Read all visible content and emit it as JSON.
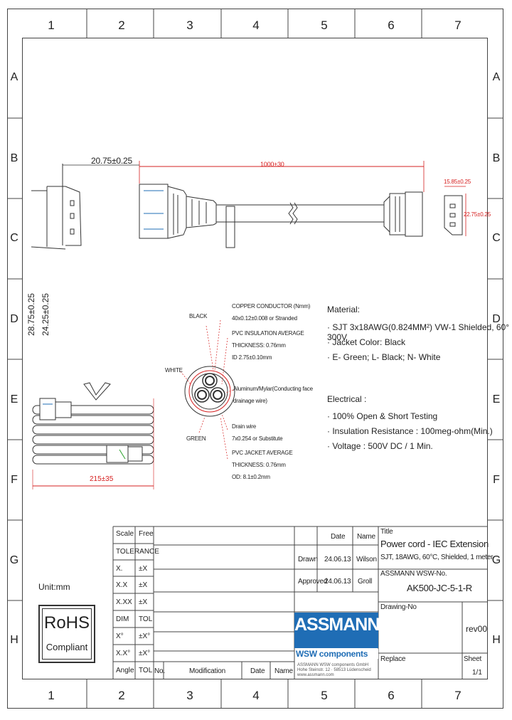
{
  "grid": {
    "columns": [
      "1",
      "2",
      "3",
      "4",
      "5",
      "6",
      "7"
    ],
    "rows": [
      "A",
      "B",
      "C",
      "D",
      "E",
      "F",
      "G",
      "H"
    ]
  },
  "dims": {
    "plug_width": "20.75±0.25",
    "length": "1000±30",
    "plug_h1": "28.75±0.25",
    "plug_h2": "24.25±0.25",
    "socket_w": "15.85±0.25",
    "socket_h": "22.75±0.25",
    "coil": "215±35"
  },
  "cross_section": {
    "black": "BLACK",
    "white": "WHITE",
    "green": "GREEN",
    "copper1": "COPPER CONDUCTOR (Nmm)",
    "copper2": "40x0.12±0.008 or Stranded",
    "pvc_ins1": "PVC INSULATION AVERAGE",
    "pvc_ins2": "THICKNESS: 0.76mm",
    "pvc_ins3": "ID 2.75±0.10mm",
    "foil1": "Aluminum/Mylar(Conducting face",
    "foil2": "drainage wire)",
    "drain1": "Drain wire",
    "drain2": "7x0.254 or Substitute",
    "jacket1": "PVC JACKET AVERAGE",
    "jacket2": "THICKNESS: 0.76mm",
    "jacket3": "OD: 8.1±0.2mm"
  },
  "material": {
    "heading": "Material:",
    "l1": "· SJT 3x18AWG(0.824MM²) VW-1 Shielded, 60° 300V",
    "l2": "· Jacket Color: Black",
    "l3": "· E- Green; L- Black; N- White"
  },
  "electrical": {
    "heading": "Electrical :",
    "l1": "· 100% Open & Short Testing",
    "l2": "· Insulation Resistance : 100meg-ohm(Min.)",
    "l3": "· Voltage : 500V DC / 1 Min."
  },
  "unit": "Unit:mm",
  "rohs": {
    "title": "RoHS",
    "sub": "Compliant"
  },
  "tolerance": {
    "scale_label": "Scale",
    "scale_value": "Free",
    "heading": "TOLERANCE",
    "rows": [
      {
        "k": "X.",
        "v": "±X"
      },
      {
        "k": "X.X",
        "v": "±X"
      },
      {
        "k": "X.XX",
        "v": "±X"
      },
      {
        "k": "DIM",
        "v": "TOL"
      },
      {
        "k": "X°",
        "v": "±X°"
      },
      {
        "k": "X.X°",
        "v": "±X°"
      },
      {
        "k": "Angle",
        "v": "TOL"
      }
    ]
  },
  "revision": {
    "no": "No.",
    "mod": "Modification",
    "date": "Date",
    "name": "Name"
  },
  "signoff": {
    "date_h": "Date",
    "name_h": "Name",
    "drawn": "Drawn",
    "drawn_date": "24.06.13",
    "drawn_name": "Wilson",
    "approved": "Approved",
    "approved_date": "24.06.13",
    "approved_name": "Groll"
  },
  "title_block": {
    "title_label": "Title",
    "title": "Power cord - IEC Extension",
    "subtitle": "SJT, 18AWG, 60°C, Shielded, 1 meter",
    "partno_label": "ASSMANN WSW-No.",
    "partno": "AK500-JC-5-1-R",
    "drawingno_label": "Drawing-No",
    "rev": "rev00",
    "replace_label": "Replace",
    "sheet_label": "Sheet",
    "sheet": "1/1"
  },
  "logo": {
    "brand": "ASSMANN",
    "sub": "WSW components",
    "addr1": "ASSMANN WSW components GmbH",
    "addr2": "Hohe Steinstr. 12 · 58513 Lüdenscheid",
    "addr3": "www.assmann.com"
  },
  "colors": {
    "red": "#d62020",
    "blue": "#1f6db5"
  }
}
